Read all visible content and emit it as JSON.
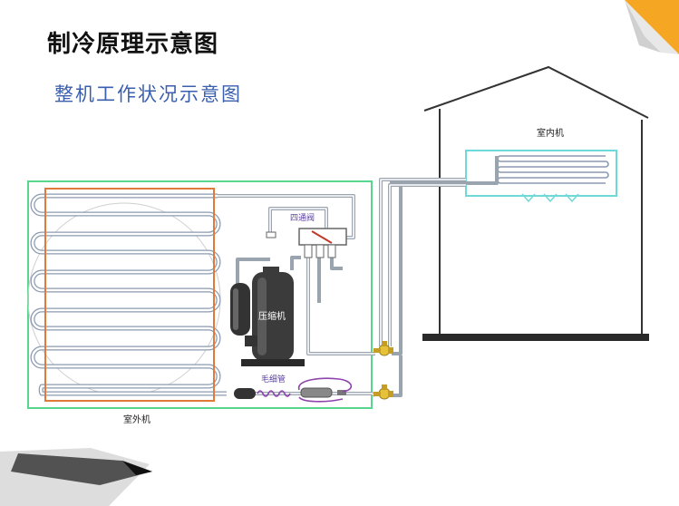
{
  "slide": {
    "title": "制冷原理示意图",
    "subtitle": "整机工作状况示意图"
  },
  "diagram": {
    "labels": {
      "indoor_unit": "室内机",
      "outdoor_unit": "室外机",
      "compressor": "压缩机",
      "four_way_valve": "四通阀",
      "capillary_tube": "毛细管"
    },
    "colors": {
      "outdoor_frame": "#58d68d",
      "indoor_frame": "#6fd8d8",
      "coil_frame": "#e07a3a",
      "pipe": "#9aa4ae",
      "capillary": "#8e44ad",
      "title_accent": "#3a5fae",
      "corner_accent": "#f5a623"
    }
  }
}
